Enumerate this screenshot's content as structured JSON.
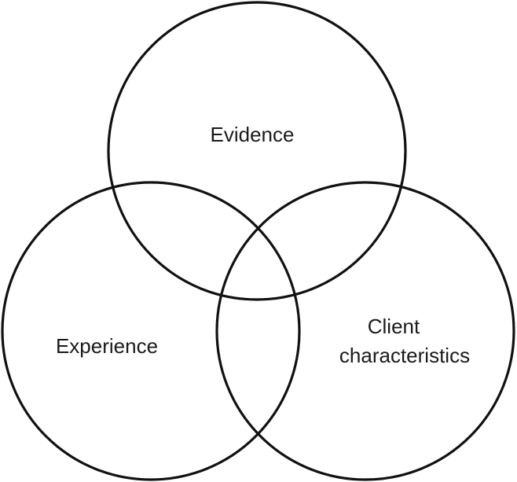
{
  "diagram": {
    "type": "venn",
    "sets": [
      {
        "id": "evidence",
        "label_lines": [
          "Evidence"
        ]
      },
      {
        "id": "experience",
        "label_lines": [
          "Experience"
        ]
      },
      {
        "id": "client",
        "label_lines": [
          "Client",
          "characteristics"
        ]
      }
    ],
    "line_color": "#111111"
  }
}
